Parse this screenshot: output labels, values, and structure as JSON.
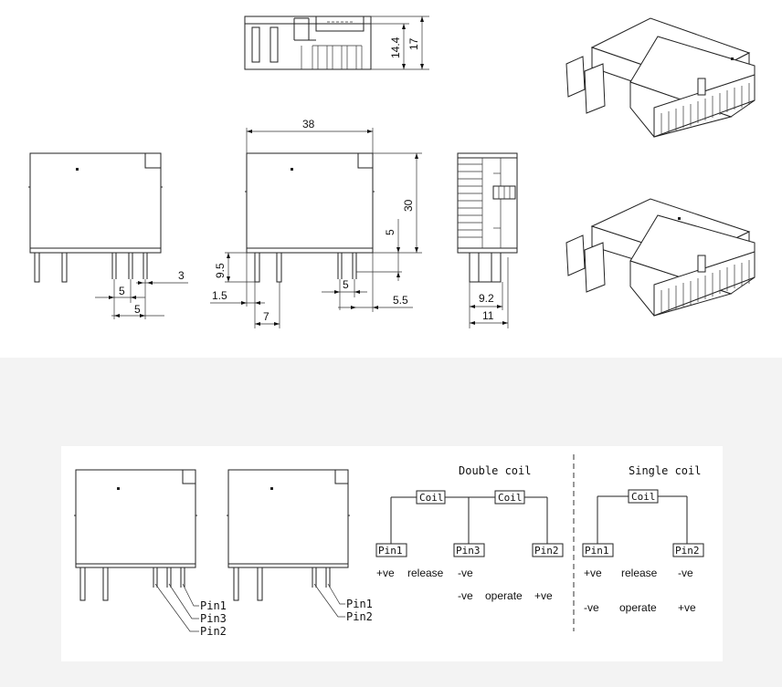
{
  "dimensions": {
    "width_38": "38",
    "height_30": "30",
    "gap_5_right": "5",
    "pin_len_9_5": "9.5",
    "offset_1_5": "1.5",
    "pin_pitch_7": "7",
    "pin_5_mid": "5",
    "offset_5_5": "5.5",
    "left_5_a": "5",
    "left_5_b": "5",
    "left_3": "3",
    "top_14_4": "14.4",
    "top_17": "17",
    "side_9_2": "9.2",
    "side_11": "11"
  },
  "wiring": {
    "double_title": "Double coil",
    "single_title": "Single coil",
    "coil": "Coil",
    "pin1": "Pin1",
    "pin2": "Pin2",
    "pin3": "Pin3",
    "plus_ve": "+ve",
    "minus_ve": "-ve",
    "release": "release",
    "operate": "operate"
  },
  "colors": {
    "band": "#f3f3f3",
    "panel": "#ffffff",
    "line": "#222222"
  }
}
